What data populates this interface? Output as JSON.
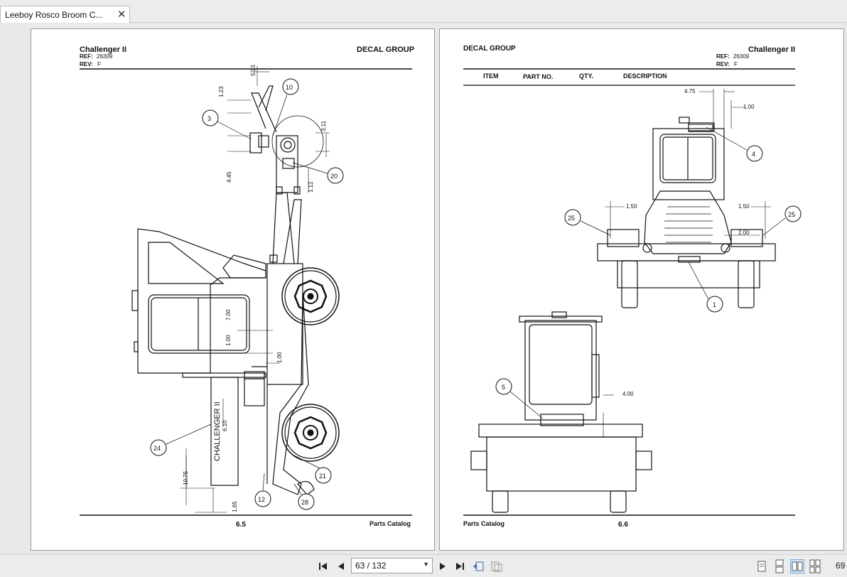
{
  "tab": {
    "title": "Leeboy Rosco Broom C...",
    "close": "✕"
  },
  "left_page": {
    "model": "Challenger II",
    "ref_label": "REF:",
    "ref_value": "26309",
    "rev_label": "REV:",
    "rev_value": "F",
    "group": "DECAL GROUP",
    "page_number": "6.5",
    "footer": "Parts Catalog",
    "callouts": [
      "3",
      "10",
      "20",
      "24",
      "21",
      "12",
      "28"
    ],
    "dimensions": [
      "5.23",
      "1.23",
      "3.11",
      "4.45",
      "1.12",
      "7.00",
      "1.00",
      "1.00",
      "6.10",
      "10.75",
      "1.65"
    ],
    "decal_text": "CHALLENGER II"
  },
  "right_page": {
    "group": "DECAL GROUP",
    "model": "Challenger II",
    "ref_label": "REF:",
    "ref_value": "26309",
    "rev_label": "REV:",
    "rev_value": "F",
    "columns": [
      "ITEM",
      "PART NO.",
      "QTY.",
      "DESCRIPTION"
    ],
    "callouts": [
      "4",
      "25",
      "25",
      "1",
      "5"
    ],
    "dimensions": [
      "4.75",
      "1.00",
      "1.50",
      "1.50",
      "2.00",
      "4.00"
    ],
    "footer": "Parts Catalog",
    "page_number": "6.6"
  },
  "statusbar": {
    "page_indicator": "63 / 132",
    "zoom": "69"
  }
}
